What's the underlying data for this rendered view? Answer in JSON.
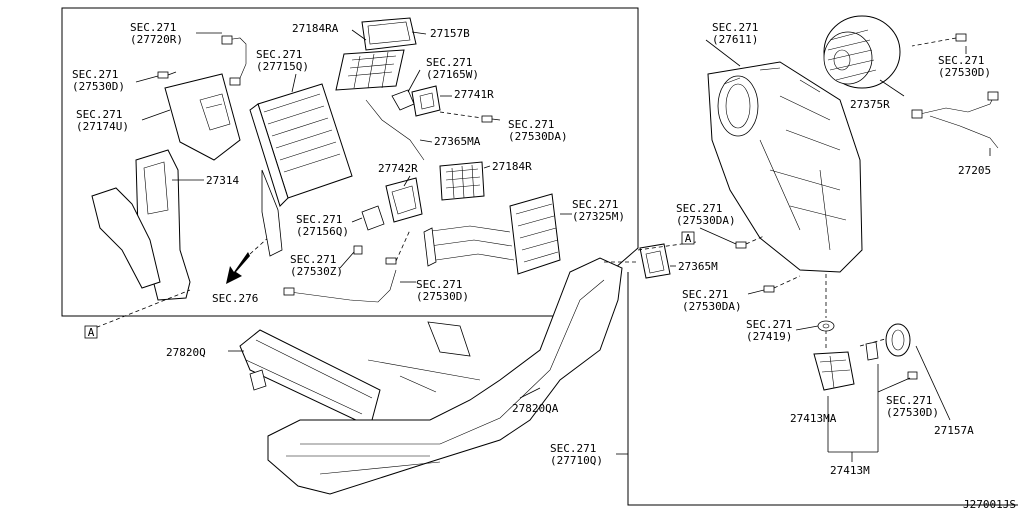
{
  "diagram_code": "J27001JS",
  "ref_marker": "A",
  "arrow_ref": "SEC.276",
  "labels": {
    "sec271_27720r": [
      "SEC.271",
      "(27720R)"
    ],
    "sec271_27530d_left": [
      "SEC.271",
      "(27530D)"
    ],
    "sec271_27174u": [
      "SEC.271",
      "(27174U)"
    ],
    "p27314": "27314",
    "p27184ra": "27184RA",
    "p27157b": "27157B",
    "sec271_27715q": [
      "SEC.271",
      "(27715Q)"
    ],
    "sec271_27165w": [
      "SEC.271",
      "(27165W)"
    ],
    "p27741r": "27741R",
    "sec271_27530da_mid": [
      "SEC.271",
      "(27530DA)"
    ],
    "p27365ma": "27365MA",
    "p27742r": "27742R",
    "p27184r": "27184R",
    "sec271_27325m": [
      "SEC.271",
      "(27325M)"
    ],
    "sec271_27156q": [
      "SEC.271",
      "(27156Q)"
    ],
    "sec271_27530z": [
      "SEC.271",
      "(27530Z)"
    ],
    "sec271_27530d_bottom": [
      "SEC.271",
      "(27530D)"
    ],
    "sec271_27611": [
      "SEC.271",
      "(27611)"
    ],
    "sec271_27530d_right": [
      "SEC.271",
      "(27530D)"
    ],
    "p27375r": "27375R",
    "p27205": "27205",
    "sec271_27530da_right1": [
      "SEC.271",
      "(27530DA)"
    ],
    "p27365m": "27365M",
    "sec271_27530da_right2": [
      "SEC.271",
      "(27530DA)"
    ],
    "sec271_27419": [
      "SEC.271",
      "(27419)"
    ],
    "sec271_27530d_right2": [
      "SEC.271",
      "(27530D)"
    ],
    "p27413ma": "27413MA",
    "p27157a": "27157A",
    "p27413m": "27413M",
    "p27820q": "27820Q",
    "p27820qa": "27820QA",
    "sec271_27710q": [
      "SEC.271",
      "(27710Q)"
    ]
  }
}
